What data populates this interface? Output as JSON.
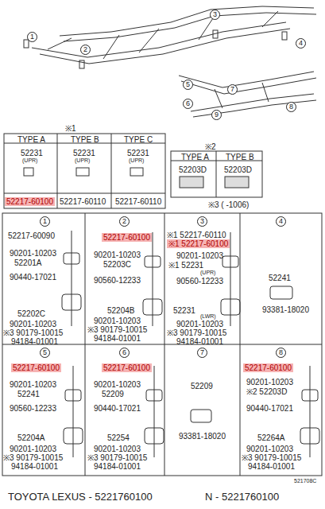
{
  "diagram": {
    "caption": "TOYOTA LEXUS - 5221760100",
    "labels": [
      "1",
      "2",
      "3",
      "4",
      "5",
      "6",
      "7",
      "8",
      "9",
      "※1",
      "TYPE A",
      "TYPE B",
      "TYPE C",
      "52231",
      "(UPR)",
      "52231",
      "(UPR)",
      "52231",
      "(UPR)",
      "52217-60100",
      "52217-60110",
      "52217-60110",
      "※2",
      "TYPE A",
      "TYPE B",
      "52203D",
      "52203D",
      "※3 ( -1006)",
      "1",
      "52217-60090",
      "90201-10203",
      "52201A",
      "90440-17021",
      "52202C",
      "90201-10203",
      "※3 90179-10015",
      "94184-01001",
      "2",
      "52217-60100",
      "90201-10203",
      "52203C",
      "90560-12233",
      "52204B",
      "90201-10203",
      "※3 90179-10015",
      "94184-01001",
      "3",
      "※1 52217-60110",
      "※1 52217-60100",
      "90201-10203",
      "※1 52231",
      "(UPR)",
      "90560-12233",
      "52231",
      "(LWR)",
      "90201-10203",
      "※3 90179-10015",
      "94184-01001",
      "4",
      "52241",
      "93381-18020",
      "5",
      "52217-60100",
      "90201-10203",
      "52241",
      "90560-12233",
      "52204A",
      "90201-10203",
      "※3 90179-10015",
      "94184-01001",
      "6",
      "52217-60100",
      "90201-10203",
      "52209",
      "90440-17021",
      "52254",
      "90201-10203",
      "※3 90179-10015",
      "94184-01001",
      "7",
      "52209",
      "93381-18020",
      "8",
      "52217-60100",
      "90201-10203",
      "※2 52203D",
      "90440-17021",
      "52264A",
      "90201-10203",
      "※3 90179-10015",
      "94184-01001",
      "521708C",
      "N - 5221760100"
    ]
  }
}
